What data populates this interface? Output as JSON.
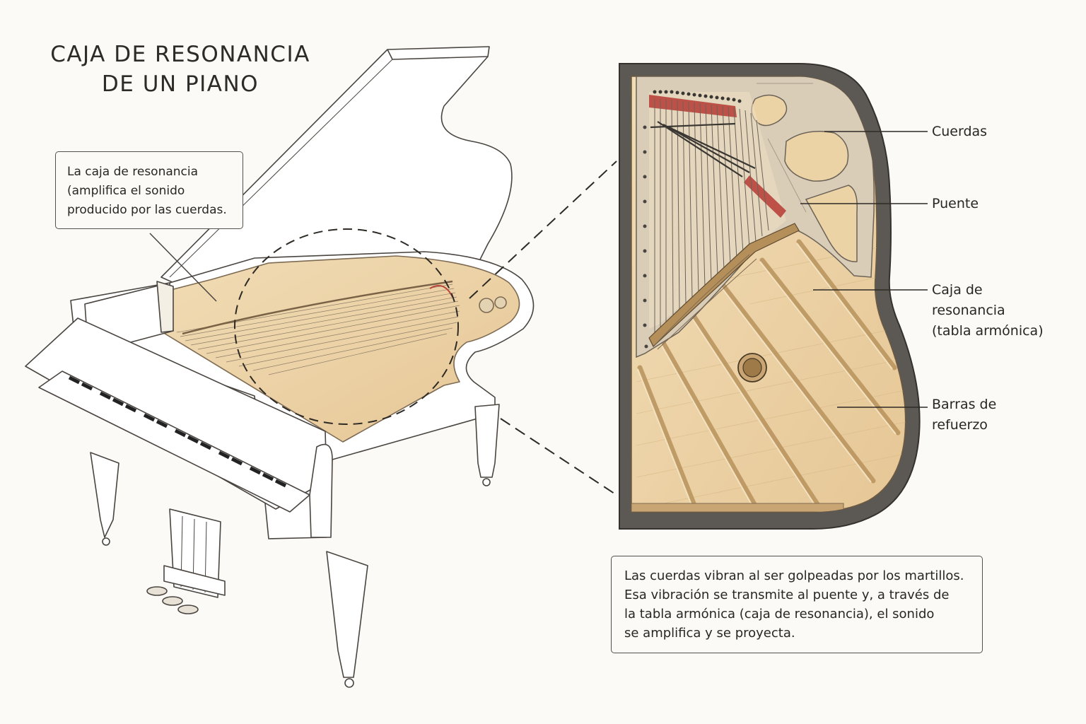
{
  "title": {
    "line1": "CAJA DE RESONANCIA",
    "line2": "DE UN PIANO"
  },
  "callout": {
    "line1": "La caja de resonancia",
    "line2": "(amplifica el sonido",
    "line3": "producido por las cuerdas."
  },
  "labels": {
    "strings": "Cuerdas",
    "bridge": "Puente",
    "soundboard": {
      "line1": "Caja de",
      "line2": "resonancia",
      "line3": "(tabla armónica)"
    },
    "ribs": {
      "line1": "Barras de",
      "line2": "refuerzo"
    }
  },
  "info": {
    "line1": "Las cuerdas vibran al ser golpeadas por los martillos.",
    "line2": "Esa vibración se transmite al puente y, a través de",
    "line3": "la tabla armónica (caja de resonancia), el sonido",
    "line4": "se amplifica y se proyecta."
  },
  "colors": {
    "ink": "#2a2621",
    "wood": "#ecd3a6",
    "wood_dark": "#c9a574",
    "plate": "#d9cdb8",
    "rim": "#5c5853",
    "felt": "#b8433a",
    "piano_white": "#ffffff"
  }
}
